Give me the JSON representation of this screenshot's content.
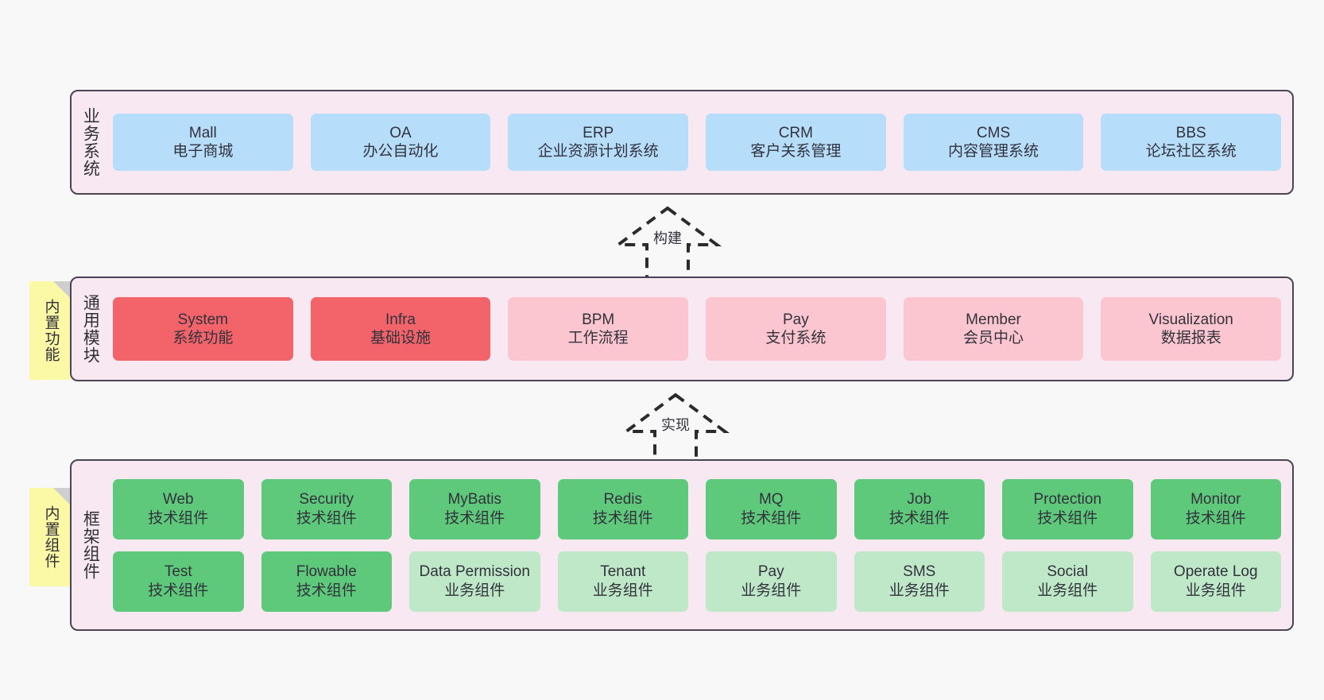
{
  "diagram": {
    "title_hidden": "",
    "background": "#f8f8f8",
    "layer_fill": "#f8e8f2",
    "layer_border": "#4a4453",
    "note_fill": "#fbf8a6",
    "colors": {
      "business": "#b6ddfa",
      "core_module": "#f2646a",
      "module": "#fbc6d0",
      "tech_component": "#5ec97a",
      "biz_component": "#bfe8c8"
    }
  },
  "layers": [
    {
      "id": "business",
      "title": "业务系统",
      "rows": [
        {
          "nodes": [
            {
              "en": "Mall",
              "cn": "电子商城",
              "color": "c-blue"
            },
            {
              "en": "OA",
              "cn": "办公自动化",
              "color": "c-blue"
            },
            {
              "en": "ERP",
              "cn": "企业资源计划系统",
              "color": "c-blue"
            },
            {
              "en": "CRM",
              "cn": "客户关系管理",
              "color": "c-blue"
            },
            {
              "en": "CMS",
              "cn": "内容管理系统",
              "color": "c-blue"
            },
            {
              "en": "BBS",
              "cn": "论坛社区系统",
              "color": "c-blue"
            }
          ]
        }
      ]
    },
    {
      "id": "common",
      "title": "通用模块",
      "note": "内置功能",
      "rows": [
        {
          "nodes": [
            {
              "en": "System",
              "cn": "系统功能",
              "color": "c-red"
            },
            {
              "en": "Infra",
              "cn": "基础设施",
              "color": "c-red"
            },
            {
              "en": "BPM",
              "cn": "工作流程",
              "color": "c-pink"
            },
            {
              "en": "Pay",
              "cn": "支付系统",
              "color": "c-pink"
            },
            {
              "en": "Member",
              "cn": "会员中心",
              "color": "c-pink"
            },
            {
              "en": "Visualization",
              "cn": "数据报表",
              "color": "c-pink"
            }
          ]
        }
      ]
    },
    {
      "id": "frame",
      "title": "框架组件",
      "note": "内置组件",
      "rows": [
        {
          "nodes": [
            {
              "en": "Web",
              "cn": "技术组件",
              "color": "c-green"
            },
            {
              "en": "Security",
              "cn": "技术组件",
              "color": "c-green"
            },
            {
              "en": "MyBatis",
              "cn": "技术组件",
              "color": "c-green"
            },
            {
              "en": "Redis",
              "cn": "技术组件",
              "color": "c-green"
            },
            {
              "en": "MQ",
              "cn": "技术组件",
              "color": "c-green"
            },
            {
              "en": "Job",
              "cn": "技术组件",
              "color": "c-green"
            },
            {
              "en": "Protection",
              "cn": "技术组件",
              "color": "c-green"
            },
            {
              "en": "Monitor",
              "cn": "技术组件",
              "color": "c-green"
            }
          ]
        },
        {
          "nodes": [
            {
              "en": "Test",
              "cn": "技术组件",
              "color": "c-green"
            },
            {
              "en": "Flowable",
              "cn": "技术组件",
              "color": "c-green"
            },
            {
              "en": "Data Permission",
              "cn": "业务组件",
              "color": "c-green-light"
            },
            {
              "en": "Tenant",
              "cn": "业务组件",
              "color": "c-green-light"
            },
            {
              "en": "Pay",
              "cn": "业务组件",
              "color": "c-green-light"
            },
            {
              "en": "SMS",
              "cn": "业务组件",
              "color": "c-green-light"
            },
            {
              "en": "Social",
              "cn": "业务组件",
              "color": "c-green-light"
            },
            {
              "en": "Operate Log",
              "cn": "业务组件",
              "color": "c-green-light"
            }
          ]
        }
      ]
    }
  ],
  "arrows": [
    {
      "id": "build",
      "label": "构建"
    },
    {
      "id": "impl",
      "label": "实现"
    }
  ]
}
